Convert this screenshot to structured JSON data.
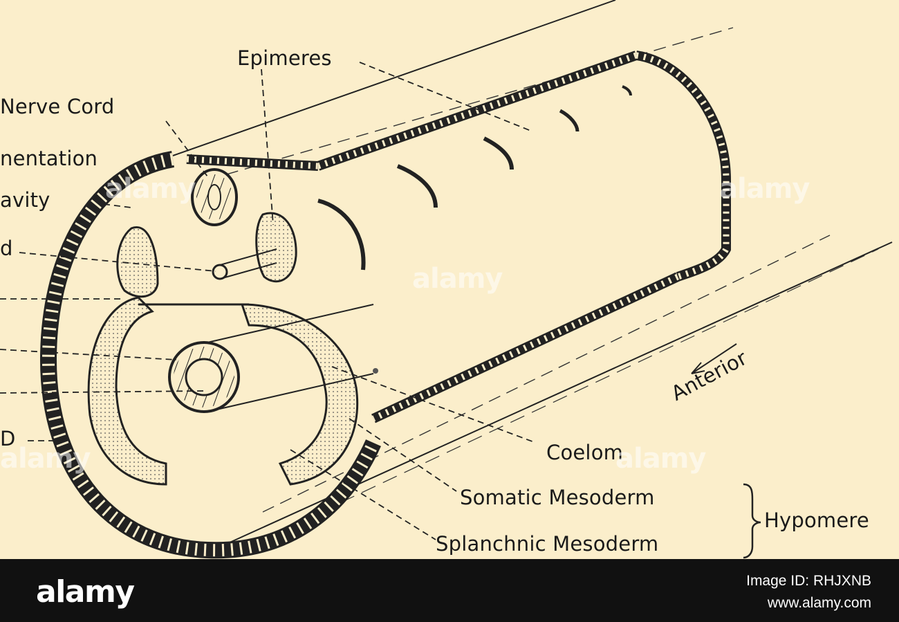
{
  "labels": {
    "epimeres": "Epimeres",
    "nerve_cord": "Nerve Cord",
    "segmentation_fragment": "nentation",
    "cavity_fragment": "avity",
    "rod_fragment": "d",
    "bottom_fragment": "D",
    "coelom": "Coelom",
    "anterior": "Anterior",
    "somatic_mesoderm": "Somatic Mesoderm",
    "splanchnic_mesoderm": "Splanchnic Mesoderm",
    "hypomere": "Hypomere"
  },
  "watermark": "alamy",
  "footer": {
    "logo": "alamy",
    "image_id": "Image ID: RHJXNB",
    "url": "www.alamy.com"
  }
}
